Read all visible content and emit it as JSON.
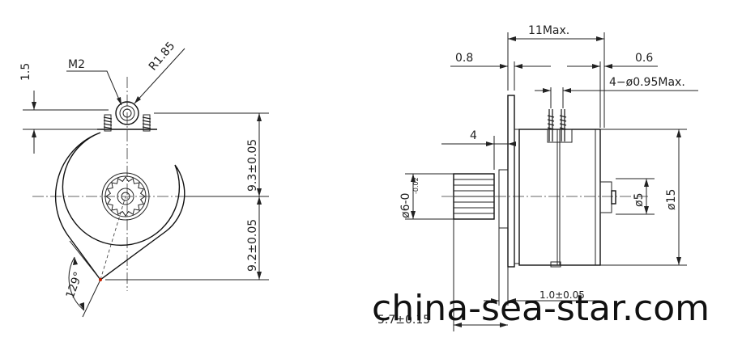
{
  "front_view": {
    "dim_1_5": "1.5",
    "dim_m2": "M2",
    "dim_r185": "R1.85",
    "dim_93": "9.3±0.05",
    "dim_92": "9.2±0.05",
    "dim_129": "129°"
  },
  "side_view": {
    "dim_11max": "11Max.",
    "dim_08": "0.8",
    "dim_06": "0.6",
    "dim_pins": "4−ø0.95Max.",
    "dim_4": "4",
    "dim_d6": "ø6-0",
    "dim_d6_tol": "-0.02",
    "dim_d5": "ø5",
    "dim_d15": "ø15",
    "dim_10": "1.0±0.05",
    "dim_57": "5.7±0.15"
  },
  "watermark": "china-sea-star.com"
}
